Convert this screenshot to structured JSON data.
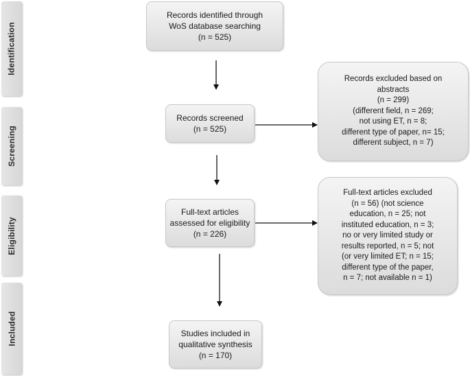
{
  "stages": [
    {
      "id": "identification",
      "label": "Identification"
    },
    {
      "id": "screening",
      "label": "Screening"
    },
    {
      "id": "eligibility",
      "label": "Eligibility"
    },
    {
      "id": "included",
      "label": "Included"
    }
  ],
  "boxes": {
    "identified": {
      "lines": [
        "Records identified through",
        "WoS database searching",
        "(n = 525)"
      ]
    },
    "screened": {
      "lines": [
        "Records screened",
        "(n = 525)"
      ]
    },
    "excluded_abstracts": {
      "lines": [
        "Records excluded based on",
        "abstracts",
        "(n = 299)",
        "(different field, n = 269;",
        "not using ET, n = 8;",
        "different type of paper, n= 15;",
        "different subject, n = 7)"
      ]
    },
    "fulltext_assessed": {
      "lines": [
        "Full-text articles",
        "assessed for eligibility",
        "(n = 226)"
      ]
    },
    "fulltext_excluded": {
      "lines": [
        "Full-text articles excluded",
        "(n = 56) (not science",
        "education, n = 25; not",
        "instituted education, n = 3;",
        "no or very limited study or",
        "results reported, n = 5; not",
        "(or very limited ET; n = 15;",
        "different type of the paper,",
        "n = 7; not available n = 1)"
      ]
    },
    "included": {
      "lines": [
        "Studies included in",
        "qualitative synthesis",
        "(n = 170)"
      ]
    }
  }
}
